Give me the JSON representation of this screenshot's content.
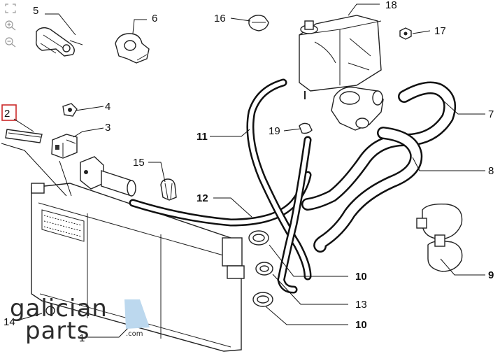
{
  "toolbar": {
    "icons": [
      "fullscreen-icon",
      "zoom-in-icon",
      "zoom-out-icon"
    ]
  },
  "callouts": {
    "c1": "1",
    "c2": "2",
    "c3": "3",
    "c4": "4",
    "c5": "5",
    "c6": "6",
    "c7": "7",
    "c8": "8",
    "c9": "9",
    "c10a": "10",
    "c10b": "10",
    "c11": "11",
    "c12": "12",
    "c13": "13",
    "c14": "14",
    "c15": "15",
    "c16": "16",
    "c17": "17",
    "c18": "18",
    "c19": "19"
  },
  "watermark": {
    "brand_line1": "galician",
    "brand_line2": "parts",
    "domain": ".com"
  },
  "colors": {
    "highlight": "#cc2a2a",
    "ink": "#111111",
    "watermark_accent": "#bcd8ee"
  }
}
